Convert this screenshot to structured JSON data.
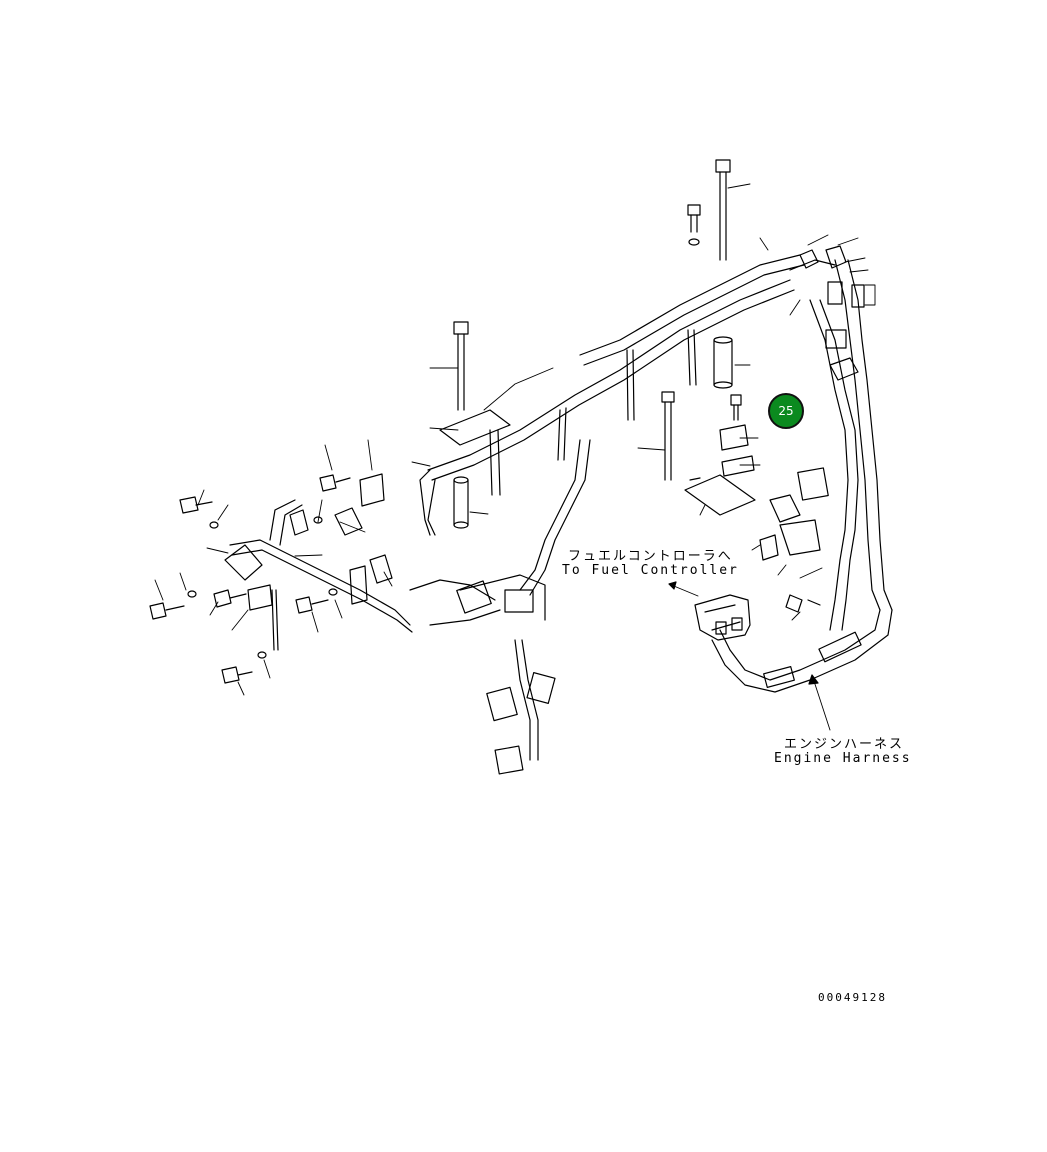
{
  "annotations": {
    "fuel_controller_jp": "フュエルコントローラへ",
    "fuel_controller_en": "To Fuel Controller",
    "engine_harness_jp": "エンジンハーネス",
    "engine_harness_en": "Engine Harness"
  },
  "callout": {
    "number": "25",
    "color": "#0b8a1f"
  },
  "figure_id": "00049128"
}
